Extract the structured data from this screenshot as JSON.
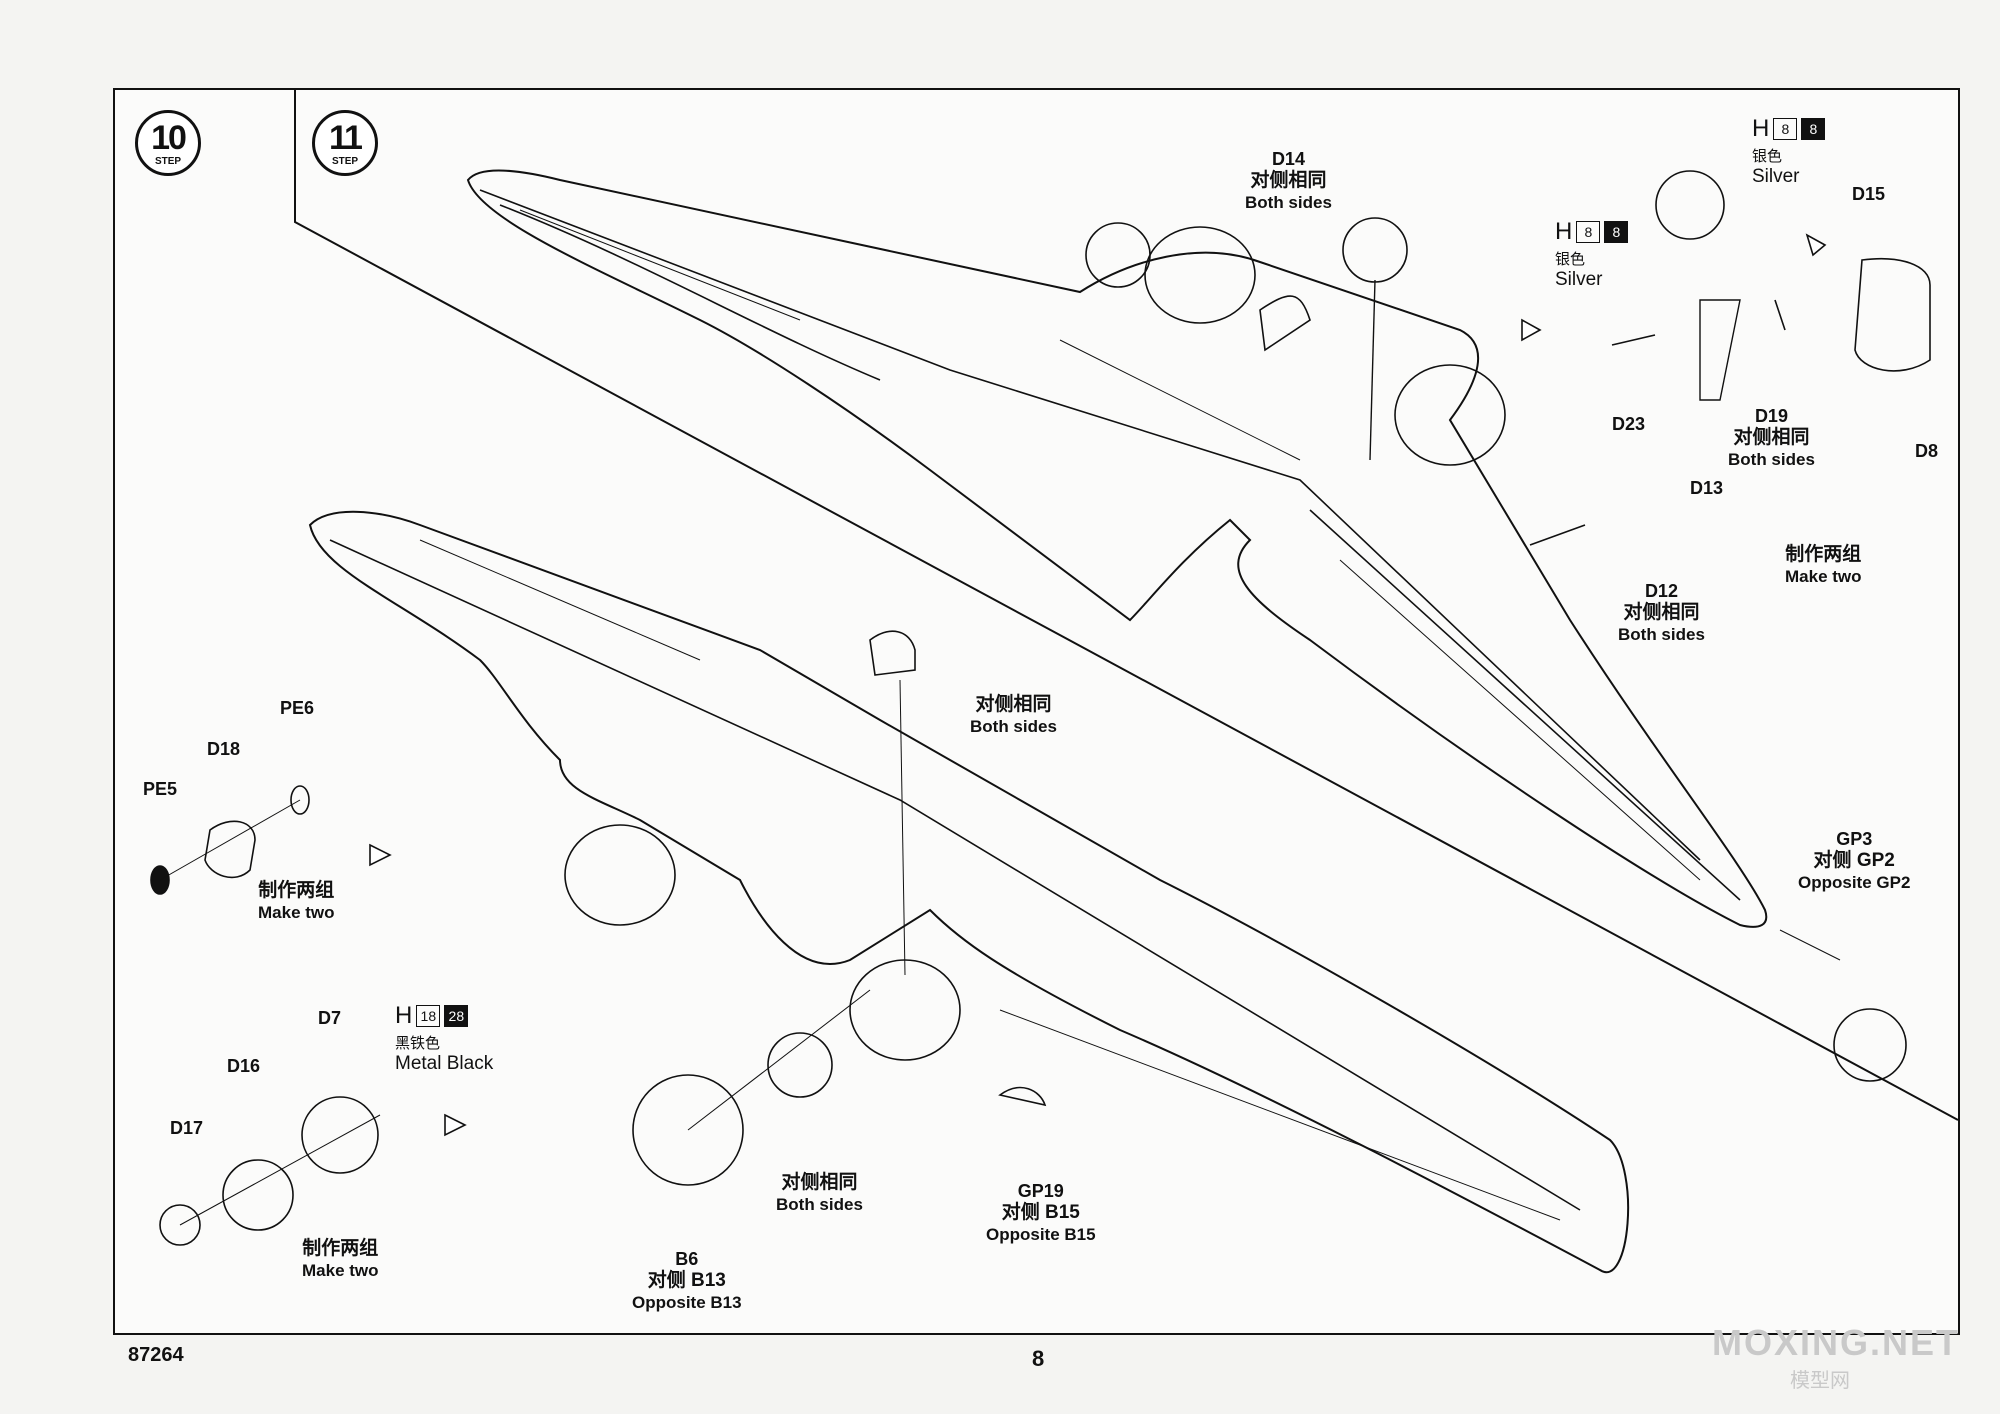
{
  "page": {
    "kit_number": "87264",
    "page_number": "8"
  },
  "watermark": {
    "site": "MOXING.NET",
    "site_cn": "模型网"
  },
  "steps": [
    {
      "number": "10",
      "tag": "STEP"
    },
    {
      "number": "11",
      "tag": "STEP"
    }
  ],
  "paints": {
    "silver_a": {
      "h": "H",
      "code1": "8",
      "code2": "8",
      "cn": "银色",
      "en": "Silver"
    },
    "silver_b": {
      "h": "H",
      "code1": "8",
      "code2": "8",
      "cn": "银色",
      "en": "Silver"
    },
    "metal_black": {
      "h": "H",
      "code1": "18",
      "code2": "28",
      "cn": "黑铁色",
      "en": "Metal  Black"
    }
  },
  "labels": {
    "d14": {
      "part": "D14",
      "cn": "对侧相同",
      "en": "Both sides"
    },
    "d15": {
      "part": "D15"
    },
    "d8": {
      "part": "D8"
    },
    "d23": {
      "part": "D23"
    },
    "d19": {
      "part": "D19",
      "cn": "对侧相同",
      "en": "Both sides"
    },
    "d13": {
      "part": "D13"
    },
    "make_two_right": {
      "cn": "制作两组",
      "en": "Make two"
    },
    "d12": {
      "part": "D12",
      "cn": "对侧相同",
      "en": "Both sides"
    },
    "gp3": {
      "part": "GP3",
      "cn": "对侧 GP2",
      "en": "Opposite GP2"
    },
    "both_sides_mid": {
      "cn": "对侧相同",
      "en": "Both sides"
    },
    "pe6": {
      "part": "PE6"
    },
    "d18": {
      "part": "D18"
    },
    "pe5": {
      "part": "PE5"
    },
    "make_two_left_top": {
      "cn": "制作两组",
      "en": "Make two"
    },
    "d7": {
      "part": "D7"
    },
    "d16": {
      "part": "D16"
    },
    "d17": {
      "part": "D17"
    },
    "make_two_left_bottom": {
      "cn": "制作两组",
      "en": "Make two"
    },
    "both_sides_low": {
      "cn": "对侧相同",
      "en": "Both sides"
    },
    "b6": {
      "part": "B6",
      "cn": "对侧 B13",
      "en": "Opposite B13"
    },
    "gp19": {
      "part": "GP19",
      "cn": "对侧 B15",
      "en": "Opposite B15"
    }
  }
}
